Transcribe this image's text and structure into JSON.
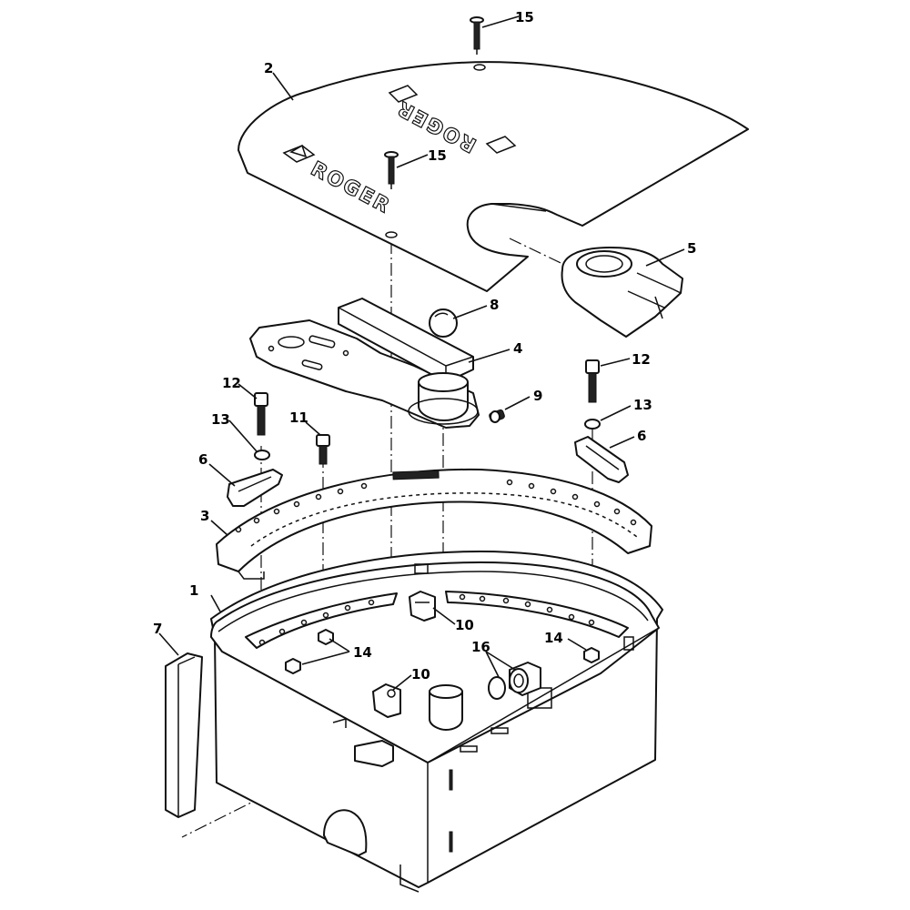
{
  "brand": {
    "lid_text_1": "ROGER",
    "lid_text_2": "ROGER"
  },
  "callouts": {
    "c1": "1",
    "c2": "2",
    "c3": "3",
    "c4": "4",
    "c5": "5",
    "c6_left": "6",
    "c6_right": "6",
    "c7": "7",
    "c8": "8",
    "c9": "9",
    "c10_upper": "10",
    "c10_lower": "10",
    "c11": "11",
    "c12_left": "12",
    "c12_right": "12",
    "c13_left": "13",
    "c13_right": "13",
    "c14_left": "14",
    "c14_right": "14",
    "c15_top": "15",
    "c15_mid": "15",
    "c16": "16"
  },
  "icons": [
    "screw-icon",
    "bolt-icon",
    "washer-icon",
    "nut-icon",
    "ball-icon",
    "grub-screw-icon"
  ]
}
